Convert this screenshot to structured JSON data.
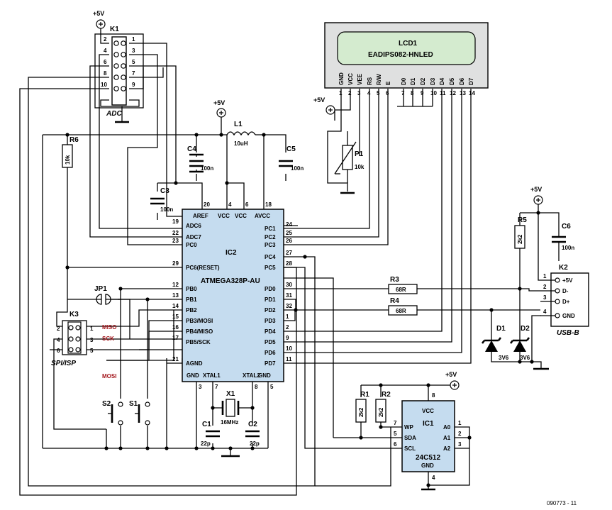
{
  "figure_id": "090773 - 11",
  "power_label": "+5V",
  "lcd": {
    "ref": "LCD1",
    "part": "EADIPS082-HNLED",
    "pin_names": [
      "GND",
      "VCC",
      "VEE",
      "RS",
      "R/W",
      "E",
      "D0",
      "D1",
      "D2",
      "D3",
      "D4",
      "D5",
      "D6",
      "D7"
    ],
    "pin_numbers": [
      "1",
      "2",
      "3",
      "4",
      "5",
      "6",
      "7",
      "8",
      "9",
      "10",
      "11",
      "12",
      "13",
      "14"
    ]
  },
  "k1": {
    "ref": "K1",
    "label": "ADC",
    "pins_left": [
      "2",
      "4",
      "6",
      "8",
      "10"
    ],
    "pins_right": [
      "1",
      "3",
      "5",
      "7",
      "9"
    ]
  },
  "ic2": {
    "ref": "IC2",
    "part": "ATMEGA328P-AU",
    "top_pins": [
      {
        "name": "AREF",
        "num": "20"
      },
      {
        "name": "VCC",
        "num": "4"
      },
      {
        "name": "VCC",
        "num": "6"
      },
      {
        "name": "AVCC",
        "num": "18"
      }
    ],
    "left_pins": [
      {
        "name": "ADC6",
        "num": "19"
      },
      {
        "name": "ADC7",
        "num": "22"
      },
      {
        "name": "PC0",
        "num": "23"
      },
      {
        "name": "PC6(RESET)",
        "num": "29"
      },
      {
        "name": "PB0",
        "num": "12"
      },
      {
        "name": "PB1",
        "num": "13"
      },
      {
        "name": "PB2",
        "num": "14"
      },
      {
        "name": "PB3/MOSI",
        "num": "15"
      },
      {
        "name": "PB4/MISO",
        "num": "16"
      },
      {
        "name": "PB5/SCK",
        "num": "17"
      },
      {
        "name": "AGND",
        "num": "21"
      }
    ],
    "right_pins": [
      {
        "name": "PC1",
        "num": "24"
      },
      {
        "name": "PC2",
        "num": "25"
      },
      {
        "name": "PC3",
        "num": "26"
      },
      {
        "name": "PC4",
        "num": "27"
      },
      {
        "name": "PC5",
        "num": "28"
      },
      {
        "name": "PD0",
        "num": "30"
      },
      {
        "name": "PD1",
        "num": "31"
      },
      {
        "name": "PD2",
        "num": "32"
      },
      {
        "name": "PD3",
        "num": "1"
      },
      {
        "name": "PD4",
        "num": "2"
      },
      {
        "name": "PD5",
        "num": "9"
      },
      {
        "name": "PD6",
        "num": "10"
      },
      {
        "name": "PD7",
        "num": "11"
      }
    ],
    "bottom_pins": [
      {
        "name": "GND",
        "num": "3"
      },
      {
        "name": "XTAL1",
        "num": "7"
      },
      {
        "name": "XTAL2",
        "num": "8"
      },
      {
        "name": "GND",
        "num": "5"
      }
    ]
  },
  "components": {
    "l1": {
      "ref": "L1",
      "value": "10uH"
    },
    "c1": {
      "ref": "C1",
      "value": "22p"
    },
    "c2": {
      "ref": "C2",
      "value": "22p"
    },
    "c3": {
      "ref": "C3",
      "value": "100n"
    },
    "c4": {
      "ref": "C4",
      "value": "100n"
    },
    "c5": {
      "ref": "C5",
      "value": "100n"
    },
    "c6": {
      "ref": "C6",
      "value": "100n"
    },
    "r1": {
      "ref": "R1",
      "value": "2k2"
    },
    "r2": {
      "ref": "R2",
      "value": "2k2"
    },
    "r3": {
      "ref": "R3",
      "value": "68R"
    },
    "r4": {
      "ref": "R4",
      "value": "68R"
    },
    "r5": {
      "ref": "R5",
      "value": "2k2"
    },
    "r6": {
      "ref": "R6",
      "value": "10k"
    },
    "p1": {
      "ref": "P1",
      "value": "10k"
    },
    "x1": {
      "ref": "X1",
      "value": "16MHz"
    },
    "d1": {
      "ref": "D1",
      "value": "3V6"
    },
    "d2": {
      "ref": "D2",
      "value": "3V6"
    },
    "jp1": {
      "ref": "JP1"
    },
    "s1": {
      "ref": "S1"
    },
    "s2": {
      "ref": "S2"
    }
  },
  "k3": {
    "ref": "K3",
    "label": "SPI/ISP",
    "pins_left": [
      "2",
      "4",
      "6"
    ],
    "pins_right": [
      "1",
      "3",
      "5"
    ],
    "signals": [
      "MISO",
      "SCK",
      "MOSI"
    ]
  },
  "k2": {
    "ref": "K2",
    "label": "USB-B",
    "pins": [
      {
        "num": "1",
        "name": "+5V"
      },
      {
        "num": "2",
        "name": "D-"
      },
      {
        "num": "3",
        "name": "D+"
      },
      {
        "num": "4",
        "name": "GND"
      }
    ]
  },
  "ic1": {
    "ref": "IC1",
    "part": "24C512",
    "vcc_label": "VCC",
    "vcc_num": "8",
    "gnd_label": "GND",
    "gnd_num": "4",
    "left_pins": [
      {
        "name": "WP",
        "num": "7"
      },
      {
        "name": "SDA",
        "num": "5"
      },
      {
        "name": "SCL",
        "num": "6"
      }
    ],
    "right_pins": [
      {
        "name": "A0",
        "num": "1"
      },
      {
        "name": "A1",
        "num": "2"
      },
      {
        "name": "A2",
        "num": "3"
      }
    ]
  }
}
